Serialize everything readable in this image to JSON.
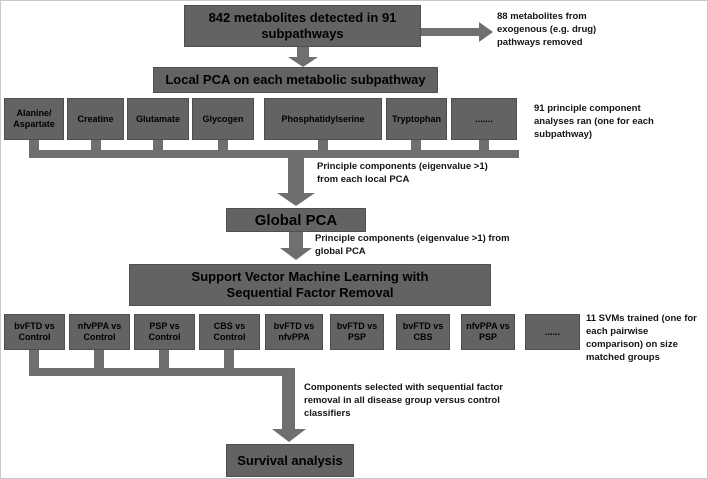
{
  "flow": {
    "top_box": "842 metabolites detected in 91 subpathways",
    "exogenous_note": "88 metabolites from exogenous (e.g. drug) pathways removed",
    "local_pca_box": "Local PCA on each metabolic subpathway",
    "subpathway_boxes": [
      "Alanine/ Aspartate",
      "Creatine",
      "Glutamate",
      "Glycogen",
      "Phosphatidylserine",
      "Tryptophan",
      "......."
    ],
    "subpathway_note": "91 principle component analyses ran (one for each subpathway)",
    "local_components_note": "Principle components (eigenvalue >1) from each local PCA",
    "global_pca_box": "Global PCA",
    "global_components_note": "Principle components (eigenvalue >1) from global PCA",
    "svm_box": "Support Vector Machine Learning with Sequential Factor Removal",
    "svm_comparison_boxes": [
      "bvFTD vs Control",
      "nfvPPA vs Control",
      "PSP vs Control",
      "CBS vs Control",
      "bvFTD vs nfvPPA",
      "bvFTD vs PSP",
      "bvFTD vs CBS",
      "nfvPPA vs PSP",
      "......"
    ],
    "svm_note": "11 SVMs trained (one for each pairwise comparison) on size matched groups",
    "components_selected_note": "Components selected with sequential factor removal in all disease group versus control classifiers",
    "survival_box": "Survival analysis"
  },
  "colors": {
    "box_fill": "#636363",
    "box_border": "#4f4f4f",
    "connector": "#6f6f6f",
    "box_text": "#000000",
    "note_text": "#141414",
    "background": "#ffffff",
    "frame_border": "#c9c9c9"
  }
}
